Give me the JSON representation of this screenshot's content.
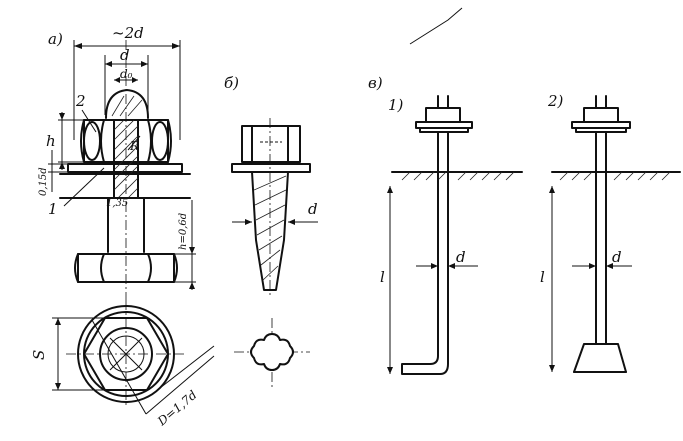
{
  "figure": {
    "labels": {
      "part_a": "а)",
      "part_b": "б)",
      "part_v": "в)",
      "variant_1": "1)",
      "variant_2": "2)"
    },
    "dimensions": {
      "overall_width": "~2d",
      "thread_diameter": "d",
      "shank_diameter": "d₀",
      "nut_height": "h",
      "washer_thickness": "0,15d",
      "fillet_ratio": "1,35",
      "head_height": "h=0,6d",
      "across_flats": "S",
      "circle_diameter": "D=1,7d",
      "radius": "R",
      "callout_2": "2",
      "callout_1": "1",
      "wood_screw_d": "d",
      "bolt1_d": "d",
      "bolt1_length": "l",
      "bolt2_d": "d",
      "bolt2_length": "l"
    }
  }
}
